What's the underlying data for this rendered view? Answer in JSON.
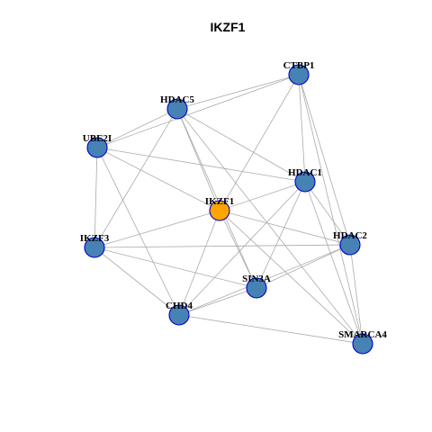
{
  "title": "IKZF1",
  "colors": {
    "hub_fill": "#FFA500",
    "node_fill": "#4682B4",
    "node_stroke": "#0000CD",
    "edge": "#AAAAAA"
  },
  "nodes": [
    {
      "id": "CTBP1",
      "label": "CTBP1",
      "hub": false
    },
    {
      "id": "HDAC5",
      "label": "HDAC5",
      "hub": false
    },
    {
      "id": "UBE2I",
      "label": "UBE2I",
      "hub": false
    },
    {
      "id": "HDAC1",
      "label": "HDAC1",
      "hub": false
    },
    {
      "id": "IKZF1",
      "label": "IKZF1",
      "hub": true
    },
    {
      "id": "HDAC2",
      "label": "HDAC2",
      "hub": false
    },
    {
      "id": "IKZF3",
      "label": "IKZF3",
      "hub": false
    },
    {
      "id": "SIN3A",
      "label": "SIN3A",
      "hub": false
    },
    {
      "id": "CHD4",
      "label": "CHD4",
      "hub": false
    },
    {
      "id": "SMARCA4",
      "label": "SMARCA4",
      "hub": false
    }
  ],
  "edges": [
    [
      "CTBP1",
      "HDAC5"
    ],
    [
      "CTBP1",
      "UBE2I"
    ],
    [
      "CTBP1",
      "HDAC1"
    ],
    [
      "CTBP1",
      "IKZF1"
    ],
    [
      "CTBP1",
      "HDAC2"
    ],
    [
      "CTBP1",
      "SMARCA4"
    ],
    [
      "HDAC5",
      "UBE2I"
    ],
    [
      "HDAC5",
      "HDAC1"
    ],
    [
      "HDAC5",
      "IKZF3"
    ],
    [
      "HDAC5",
      "SIN3A"
    ],
    [
      "HDAC5",
      "IKZF1"
    ],
    [
      "UBE2I",
      "HDAC1"
    ],
    [
      "UBE2I",
      "IKZF1"
    ],
    [
      "UBE2I",
      "IKZF3"
    ],
    [
      "UBE2I",
      "CHD4"
    ],
    [
      "HDAC1",
      "IKZF1"
    ],
    [
      "HDAC1",
      "HDAC2"
    ],
    [
      "HDAC1",
      "SIN3A"
    ],
    [
      "HDAC1",
      "CHD4"
    ],
    [
      "HDAC1",
      "SMARCA4"
    ],
    [
      "IKZF1",
      "IKZF3"
    ],
    [
      "IKZF1",
      "HDAC2"
    ],
    [
      "IKZF1",
      "SIN3A"
    ],
    [
      "IKZF1",
      "CHD4"
    ],
    [
      "IKZF1",
      "SMARCA4"
    ],
    [
      "HDAC2",
      "IKZF3"
    ],
    [
      "HDAC2",
      "SIN3A"
    ],
    [
      "HDAC2",
      "CHD4"
    ],
    [
      "HDAC2",
      "SMARCA4"
    ],
    [
      "IKZF3",
      "SIN3A"
    ],
    [
      "IKZF3",
      "CHD4"
    ],
    [
      "SIN3A",
      "CHD4"
    ],
    [
      "CHD4",
      "SMARCA4"
    ],
    [
      "HDAC5",
      "SMARCA4"
    ]
  ]
}
